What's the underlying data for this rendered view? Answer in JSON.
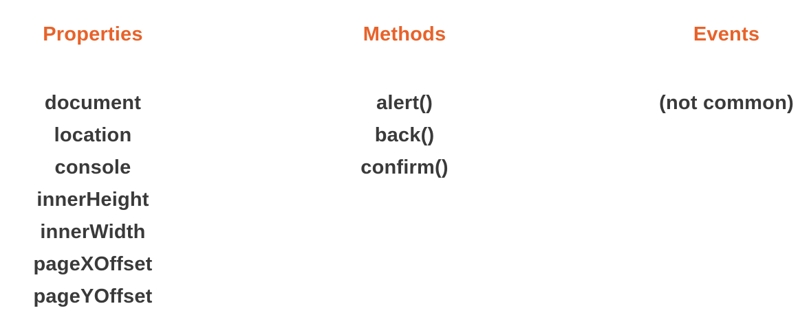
{
  "columns": {
    "properties": {
      "heading": "Properties",
      "items": [
        "document",
        "location",
        "console",
        "innerHeight",
        "innerWidth",
        "pageXOffset",
        "pageYOffset"
      ]
    },
    "methods": {
      "heading": "Methods",
      "items": [
        "alert()",
        "back()",
        "confirm()"
      ]
    },
    "events": {
      "heading": "Events",
      "items": [
        "(not common)"
      ]
    }
  },
  "colors": {
    "heading": "#e8622a",
    "item": "#3a3a3a",
    "background": "#ffffff"
  }
}
